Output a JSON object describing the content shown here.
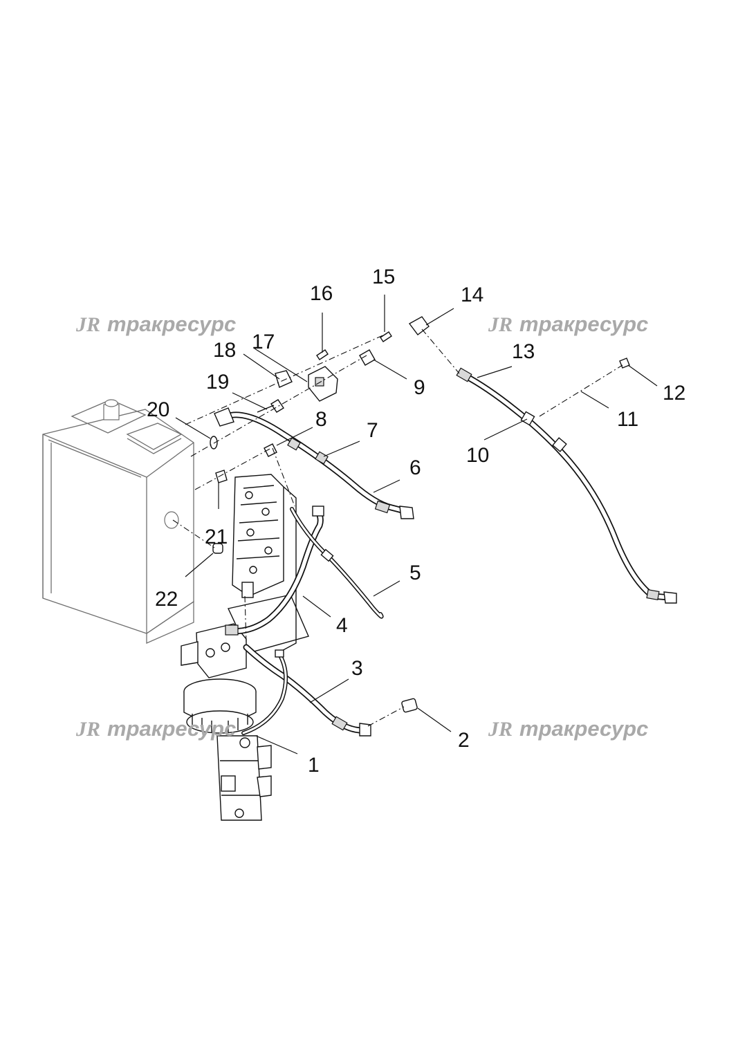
{
  "watermarks": [
    {
      "mark": "JR",
      "text": "тракресурс"
    },
    {
      "mark": "JR",
      "text": "тракресурс"
    },
    {
      "mark": "JR",
      "text": "тракресурс"
    },
    {
      "mark": "JR",
      "text": "тракресурс"
    }
  ],
  "callouts": [
    "1",
    "2",
    "3",
    "4",
    "5",
    "6",
    "7",
    "8",
    "9",
    "10",
    "11",
    "12",
    "13",
    "14",
    "15",
    "16",
    "17",
    "18",
    "19",
    "20",
    "21",
    "22"
  ]
}
